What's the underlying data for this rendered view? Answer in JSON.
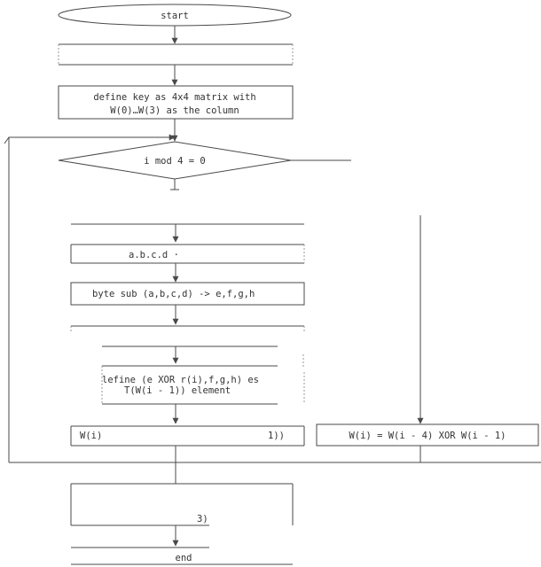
{
  "nodes": {
    "start": "start",
    "define_key_line1": "define key as 4x4 matrix with",
    "define_key_line2": "W(0)…W(3) as the column",
    "condition": "i mod 4 = 0",
    "abcd": "a.b.c.d ·",
    "byte_sub": "byte sub (a,b,c,d) -> e,f,g,h",
    "define_t_line1": "lefine (e XOR r(i),f,g,h) es",
    "define_t_line2": "T(W(i - 1)) element",
    "wi_left_a": "W(i)",
    "wi_left_b": "1))",
    "wi_right": "W(i) = W(i - 4) XOR W(i - 1)",
    "partial_3": "3)",
    "end": "end"
  },
  "colors": {
    "line": "#4a4a4a",
    "text": "#333333",
    "background": "#ffffff"
  }
}
